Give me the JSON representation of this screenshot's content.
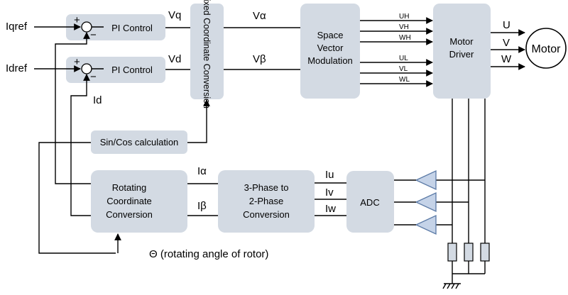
{
  "colors": {
    "block_fill": "#d3dae3",
    "amp_fill": "#c5d3e8",
    "amp_stroke": "#5b7aa6",
    "wire": "#000000"
  },
  "blocks": {
    "pi_q": "PI Control",
    "pi_d": "PI Control",
    "fixed_conv": "Fixed Coordinate Conversion",
    "svm_lines": [
      "Space",
      "Vector",
      "Modulation"
    ],
    "driver_lines": [
      "Motor",
      "Driver"
    ],
    "sincos": "Sin/Cos calculation",
    "rot_lines": [
      "Rotating",
      "Coordinate",
      "Conversion"
    ],
    "phase_lines": [
      "3-Phase to",
      "2-Phase",
      "Conversion"
    ],
    "adc": "ADC",
    "motor": "Motor"
  },
  "signals": {
    "iqref": "Iqref",
    "idref": "Idref",
    "vq": "Vq",
    "vd": "Vd",
    "valpha": "Vα",
    "vbeta": "Vβ",
    "ialpha": "Iα",
    "ibeta": "Iβ",
    "iu": "Iu",
    "iv": "Iv",
    "iw": "Iw",
    "id": "Id",
    "theta": "Θ (rotating angle of rotor)",
    "plus": "+",
    "minus": "−",
    "pwm": [
      "UH",
      "VH",
      "WH",
      "UL",
      "VL",
      "WL"
    ],
    "out": [
      "U",
      "V",
      "W"
    ]
  }
}
